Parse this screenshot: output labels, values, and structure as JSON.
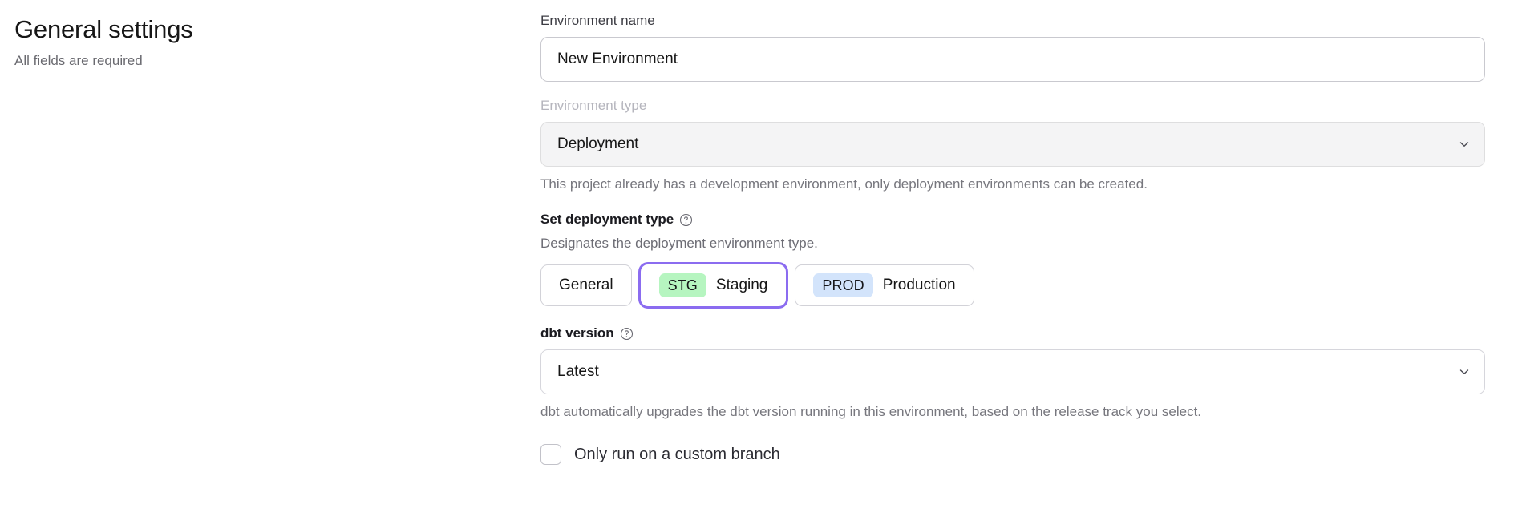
{
  "header": {
    "title": "General settings",
    "subtitle": "All fields are required"
  },
  "form": {
    "environment_name": {
      "label": "Environment name",
      "value": "New Environment",
      "placeholder": "Environment name"
    },
    "environment_type": {
      "label": "Environment type",
      "value": "Deployment",
      "disabled": true,
      "helper": "This project already has a development environment, only deployment environments can be created.",
      "chevron_icon": "chevron-down-icon"
    },
    "deployment_type": {
      "label": "Set deployment type",
      "help_icon": "question-circle-icon",
      "description": "Designates the deployment environment type.",
      "options": [
        {
          "badge": "",
          "label": "General",
          "selected": false
        },
        {
          "badge": "STG",
          "label": "Staging",
          "selected": true
        },
        {
          "badge": "PROD",
          "label": "Production",
          "selected": false
        }
      ]
    },
    "dbt_version": {
      "label": "dbt version",
      "help_icon": "question-circle-icon",
      "value": "Latest",
      "helper": "dbt automatically upgrades the dbt version running in this environment, based on the release track you select.",
      "chevron_icon": "chevron-down-icon"
    },
    "custom_branch": {
      "label": "Only run on a custom branch",
      "checked": false
    }
  },
  "colors": {
    "focus_ring": "#8b6cf0",
    "badge_staging_bg": "#b6f5c0",
    "badge_production_bg": "#d3e4fb",
    "text_primary": "#161616",
    "text_muted": "#77777e"
  }
}
